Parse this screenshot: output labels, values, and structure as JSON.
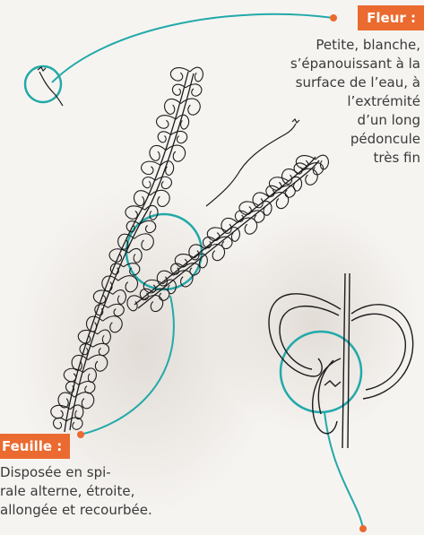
{
  "colors": {
    "accent": "#ea6a2f",
    "teal": "#22a9a9",
    "ink": "#1c1c1c"
  },
  "fleur": {
    "label": "Fleur :",
    "description": "Petite, blanche,\ns’épanouissant à la\nsurface de l’eau, à\nl’extrémité\nd’un long\npédoncule\ntrès fin"
  },
  "feuille": {
    "label": "Feuille :",
    "description": "Disposée en spi-\nrale alterne, étroite,\nallongée et recourbée."
  }
}
